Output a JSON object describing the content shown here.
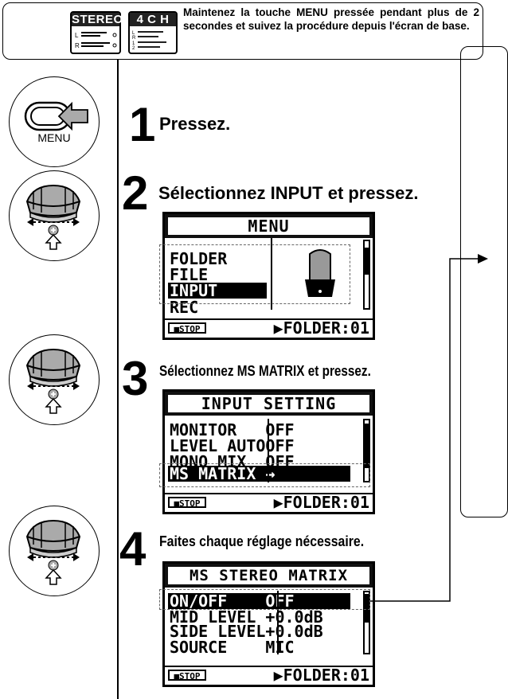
{
  "header": {
    "stereo_badge": "STEREO",
    "ch4_badge": "4 C H",
    "instruction": "Maintenez la touche MENU pressée pendant plus de 2 secondes et suivez la procédure depuis l'écran de base."
  },
  "menu_key_label": "MENU",
  "steps": [
    {
      "num": "1",
      "text": "Pressez."
    },
    {
      "num": "2",
      "text": "Sélectionnez INPUT et pressez."
    },
    {
      "num": "3",
      "text": "Sélectionnez MS MATRIX et pressez."
    },
    {
      "num": "4",
      "text": "Faites chaque réglage nécessaire."
    }
  ],
  "screens": {
    "menu": {
      "title": "MENU",
      "items": [
        "FOLDER",
        "FILE",
        "INPUT",
        "REC"
      ],
      "stop": "■STOP",
      "folder": "▶FOLDER:01"
    },
    "input_setting": {
      "title": "INPUT SETTING",
      "rows": [
        {
          "label": "MONITOR   ",
          "value": "OFF"
        },
        {
          "label": "LEVEL AUTO",
          "value": "OFF"
        },
        {
          "label": "MONO MIX  ",
          "value": "OFF"
        },
        {
          "label": "MS MATRIX ",
          "value": "→"
        }
      ],
      "stop": "■STOP",
      "folder": "▶FOLDER:01"
    },
    "ms_matrix": {
      "title": "MS STEREO MATRIX",
      "rows": [
        {
          "label": "ON/OFF    ",
          "value": "OFF"
        },
        {
          "label": "MID LEVEL ",
          "value": "+0.0dB"
        },
        {
          "label": "SIDE LEVEL",
          "value": "+0.0dB"
        },
        {
          "label": "SOURCE    ",
          "value": "MIC"
        }
      ],
      "stop": "■STOP",
      "folder": "▶FOLDER:01"
    }
  },
  "colors": {
    "ink": "#000000",
    "lcd_bar": "#111111",
    "dash": "#666666"
  }
}
